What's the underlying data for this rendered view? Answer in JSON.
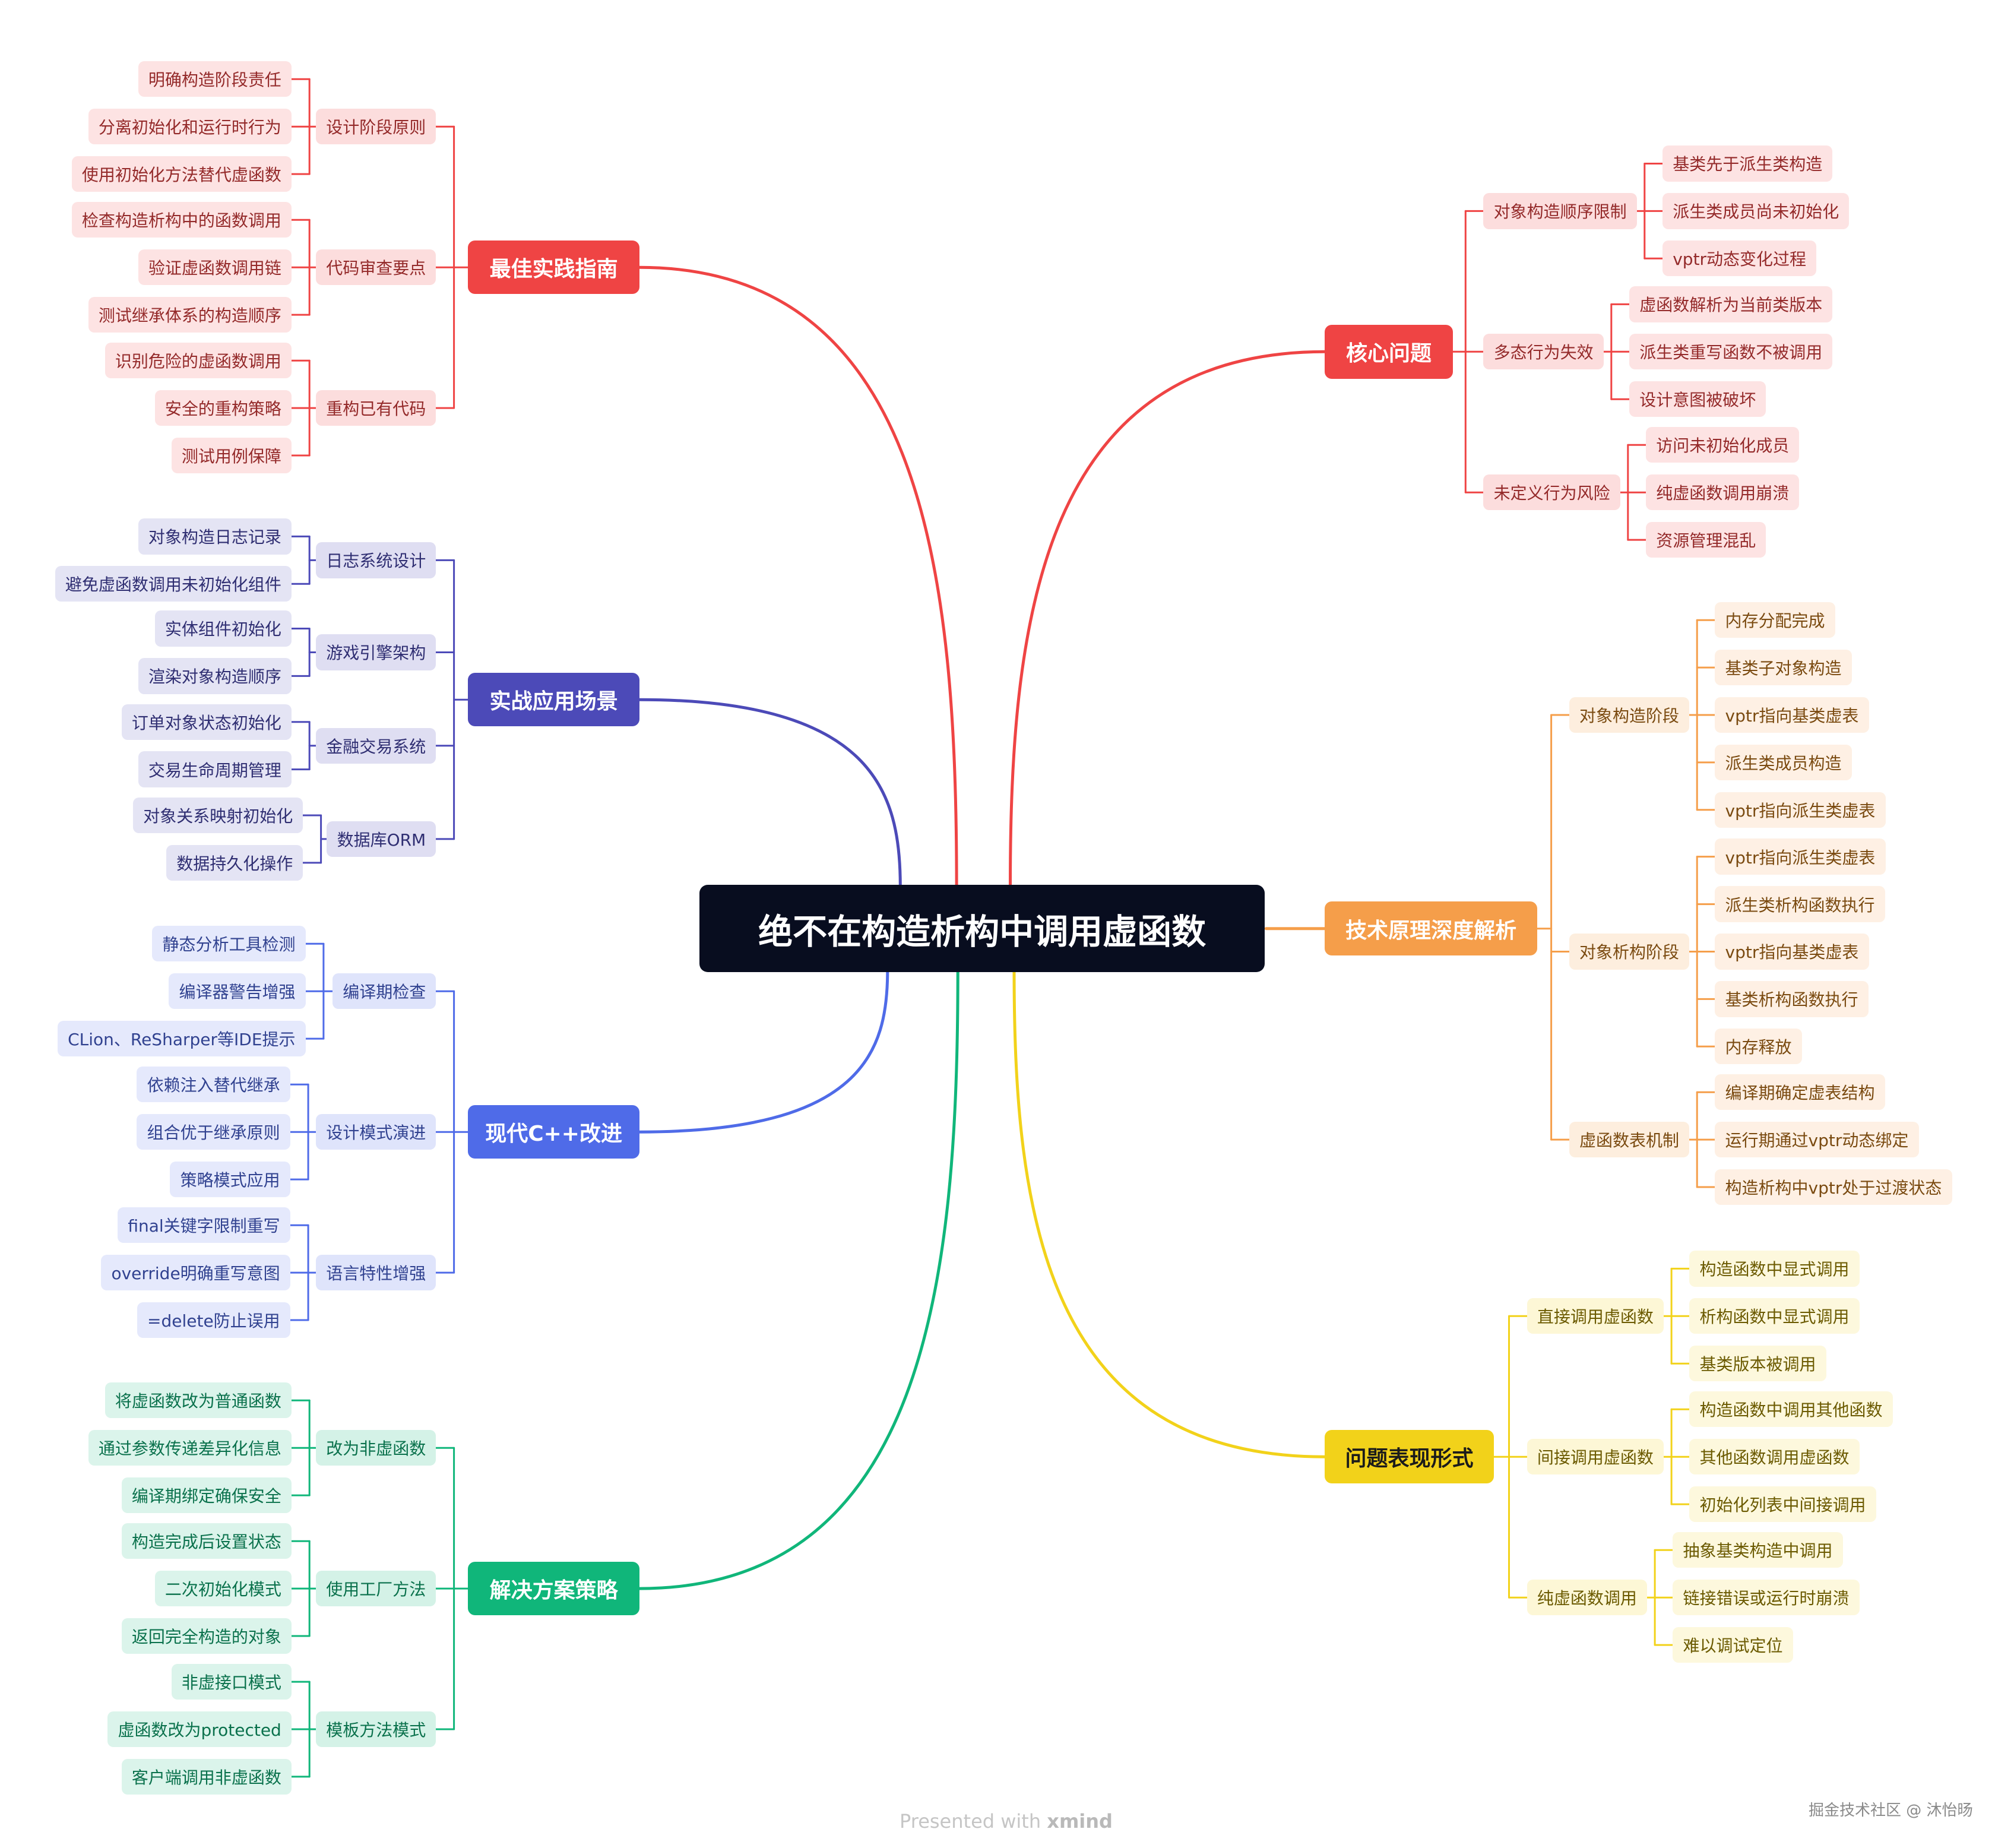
{
  "root": {
    "label": "绝不在构造析构中调用虚函数"
  },
  "branches": [
    {
      "id": "best",
      "label": "最佳实践指南",
      "color": "#ef4444",
      "subs": [
        {
          "label": "设计阶段原则",
          "leaves": [
            "明确构造阶段责任",
            "分离初始化和运行时行为",
            "使用初始化方法替代虚函数"
          ]
        },
        {
          "label": "代码审查要点",
          "leaves": [
            "检查构造析构中的函数调用",
            "验证虚函数调用链",
            "测试继承体系的构造顺序"
          ]
        },
        {
          "label": "重构已有代码",
          "leaves": [
            "识别危险的虚函数调用",
            "安全的重构策略",
            "测试用例保障"
          ]
        }
      ]
    },
    {
      "id": "practice",
      "label": "实战应用场景",
      "color": "#4c4ab8",
      "subs": [
        {
          "label": "日志系统设计",
          "leaves": [
            "对象构造日志记录",
            "避免虚函数调用未初始化组件"
          ]
        },
        {
          "label": "游戏引擎架构",
          "leaves": [
            "实体组件初始化",
            "渲染对象构造顺序"
          ]
        },
        {
          "label": "金融交易系统",
          "leaves": [
            "订单对象状态初始化",
            "交易生命周期管理"
          ]
        },
        {
          "label": "数据库ORM",
          "leaves": [
            "对象关系映射初始化",
            "数据持久化操作"
          ]
        }
      ]
    },
    {
      "id": "modern",
      "label": "现代C++改进",
      "color": "#4f6be8",
      "subs": [
        {
          "label": "编译期检查",
          "leaves": [
            "静态分析工具检测",
            "编译器警告增强",
            "CLion、ReSharper等IDE提示"
          ]
        },
        {
          "label": "设计模式演进",
          "leaves": [
            "依赖注入替代继承",
            "组合优于继承原则",
            "策略模式应用"
          ]
        },
        {
          "label": "语言特性增强",
          "leaves": [
            "final关键字限制重写",
            "override明确重写意图",
            "=delete防止误用"
          ]
        }
      ]
    },
    {
      "id": "solution",
      "label": "解决方案策略",
      "color": "#10b67a",
      "subs": [
        {
          "label": "改为非虚函数",
          "leaves": [
            "将虚函数改为普通函数",
            "通过参数传递差异化信息",
            "编译期绑定确保安全"
          ]
        },
        {
          "label": "使用工厂方法",
          "leaves": [
            "构造完成后设置状态",
            "二次初始化模式",
            "返回完全构造的对象"
          ]
        },
        {
          "label": "模板方法模式",
          "leaves": [
            "非虚接口模式",
            "虚函数改为protected",
            "客户端调用非虚函数"
          ]
        }
      ]
    },
    {
      "id": "core",
      "label": "核心问题",
      "color": "#ef4444",
      "subs": [
        {
          "label": "对象构造顺序限制",
          "leaves": [
            "基类先于派生类构造",
            "派生类成员尚未初始化",
            "vptr动态变化过程"
          ]
        },
        {
          "label": "多态行为失效",
          "leaves": [
            "虚函数解析为当前类版本",
            "派生类重写函数不被调用",
            "设计意图被破坏"
          ]
        },
        {
          "label": "未定义行为风险",
          "leaves": [
            "访问未初始化成员",
            "纯虚函数调用崩溃",
            "资源管理混乱"
          ]
        }
      ]
    },
    {
      "id": "principle",
      "label": "技术原理深度解析",
      "color": "#f59e4a",
      "subs": [
        {
          "label": "对象构造阶段",
          "leaves": [
            "内存分配完成",
            "基类子对象构造",
            "vptr指向基类虚表",
            "派生类成员构造",
            "vptr指向派生类虚表"
          ]
        },
        {
          "label": "对象析构阶段",
          "leaves": [
            "vptr指向派生类虚表",
            "派生类析构函数执行",
            "vptr指向基类虚表",
            "基类析构函数执行",
            "内存释放"
          ]
        },
        {
          "label": "虚函数表机制",
          "leaves": [
            "编译期确定虚表结构",
            "运行期通过vptr动态绑定",
            "构造析构中vptr处于过渡状态"
          ]
        }
      ]
    },
    {
      "id": "symptom",
      "label": "问题表现形式",
      "color": "#f2d21a",
      "subs": [
        {
          "label": "直接调用虚函数",
          "leaves": [
            "构造函数中显式调用",
            "析构函数中显式调用",
            "基类版本被调用"
          ]
        },
        {
          "label": "间接调用虚函数",
          "leaves": [
            "构造函数中调用其他函数",
            "其他函数调用虚函数",
            "初始化列表中间接调用"
          ]
        },
        {
          "label": "纯虚函数调用",
          "leaves": [
            "抽象基类构造中调用",
            "链接错误或运行时崩溃",
            "难以调试定位"
          ]
        }
      ]
    }
  ],
  "footer": {
    "credit_prefix": "Presented with",
    "credit_brand": "xmind",
    "watermark": "掘金技术社区 @ 沐怡旸"
  }
}
